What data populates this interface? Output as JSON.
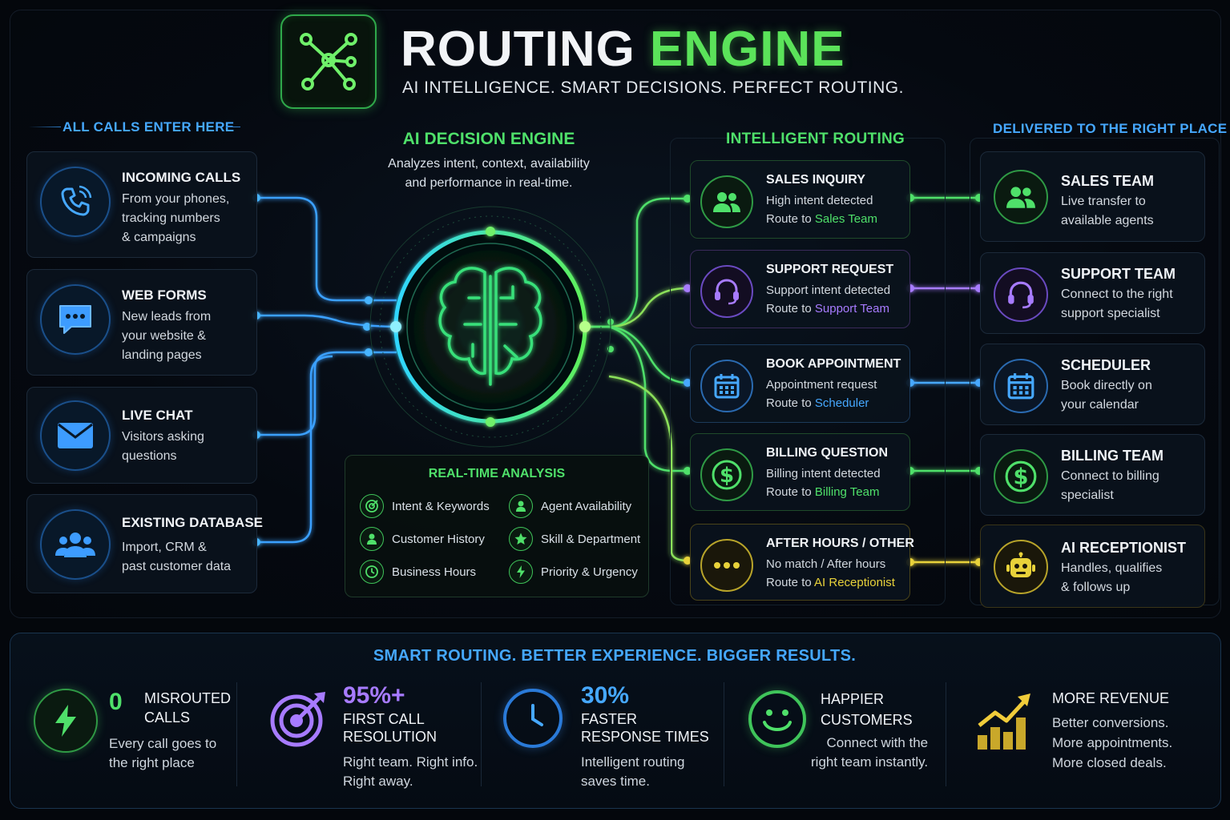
{
  "header": {
    "title_part1": "ROUTING",
    "title_part2": "ENGINE",
    "subtitle": "AI INTELLIGENCE. SMART DECISIONS. PERFECT ROUTING."
  },
  "columns": {
    "sources": "ALL CALLS ENTER HERE",
    "engine": "AI DECISION ENGINE",
    "routing": "INTELLIGENT ROUTING",
    "destinations": "DELIVERED TO THE RIGHT PLACE"
  },
  "engine": {
    "desc_line1": "Analyzes intent, context, availability",
    "desc_line2": "and performance in real-time."
  },
  "sources": [
    {
      "title": "INCOMING CALLS",
      "lines": [
        "From your phones,",
        "tracking numbers",
        "& campaigns"
      ],
      "icon": "phone-icon"
    },
    {
      "title": "WEB FORMS",
      "lines": [
        "New leads from",
        "your website &",
        "landing pages"
      ],
      "icon": "chat-icon"
    },
    {
      "title": "LIVE CHAT",
      "lines": [
        "Visitors asking",
        "questions"
      ],
      "icon": "mail-icon"
    },
    {
      "title": "EXISTING DATABASE",
      "lines": [
        "Import, CRM &",
        "past customer data"
      ],
      "icon": "users-icon"
    }
  ],
  "routes": [
    {
      "title": "SALES INQUIRY",
      "line1": "High intent detected",
      "prefix": "Route to ",
      "target": "Sales Team",
      "color": "#4fe06a",
      "icon": "users-icon"
    },
    {
      "title": "SUPPORT REQUEST",
      "line1": "Support intent detected",
      "prefix": "Route to ",
      "target": "Support Team",
      "color": "#a77bff",
      "icon": "headset-icon"
    },
    {
      "title": "BOOK APPOINTMENT",
      "line1": "Appointment request",
      "prefix": "Route to ",
      "target": "Scheduler",
      "color": "#46a8ff",
      "icon": "calendar-icon"
    },
    {
      "title": "BILLING QUESTION",
      "line1": "Billing intent detected",
      "prefix": "Route to ",
      "target": "Billing Team",
      "color": "#4fe06a",
      "icon": "dollar-icon"
    },
    {
      "title": "AFTER HOURS / OTHER",
      "line1": "No match / After hours",
      "prefix": "Route to ",
      "target": "AI Receptionist",
      "color": "#e8d23a",
      "icon": "dots-icon"
    }
  ],
  "destinations": [
    {
      "title": "SALES TEAM",
      "lines": [
        "Live transfer to",
        "available agents"
      ],
      "icon": "users-icon"
    },
    {
      "title": "SUPPORT TEAM",
      "lines": [
        "Connect to the right",
        "support specialist"
      ],
      "icon": "headset-icon"
    },
    {
      "title": "SCHEDULER",
      "lines": [
        "Book directly on",
        "your calendar"
      ],
      "icon": "calendar-icon"
    },
    {
      "title": "BILLING TEAM",
      "lines": [
        "Connect to billing",
        "specialist"
      ],
      "icon": "dollar-icon"
    },
    {
      "title": "AI RECEPTIONIST",
      "lines": [
        "Handles, qualifies",
        "& follows up"
      ],
      "icon": "robot-icon"
    }
  ],
  "analysis": {
    "title": "REAL-TIME ANALYSIS",
    "items": [
      "Intent & Keywords",
      "Agent Availability",
      "Customer History",
      "Skill & Department",
      "Business Hours",
      "Priority & Urgency"
    ]
  },
  "tagline": "SMART ROUTING. BETTER EXPERIENCE. BIGGER RESULTS.",
  "stats": [
    {
      "big": "0",
      "label1": "MISROUTED",
      "label2": "CALLS",
      "desc1": "Every call goes to",
      "desc2": "the right place"
    },
    {
      "big": "95%+",
      "label1": "FIRST CALL",
      "label2": "RESOLUTION",
      "desc1": "Right team. Right info.",
      "desc2": "Right away."
    },
    {
      "big": "30%",
      "label1": "FASTER",
      "label2": "RESPONSE TIMES",
      "desc1": "Intelligent routing",
      "desc2": "saves time."
    },
    {
      "label1": "HAPPIER",
      "label2": "CUSTOMERS",
      "desc1": "Connect with the",
      "desc2": "right team instantly."
    },
    {
      "label1": "MORE REVENUE",
      "desc1": "Better conversions.",
      "desc2": "More appointments.",
      "desc3": "More closed deals."
    }
  ],
  "colors": {
    "green": "#4fe06a",
    "blue": "#46a8ff",
    "purple": "#a77bff",
    "yellow": "#e8d23a",
    "background": "#04070c"
  }
}
